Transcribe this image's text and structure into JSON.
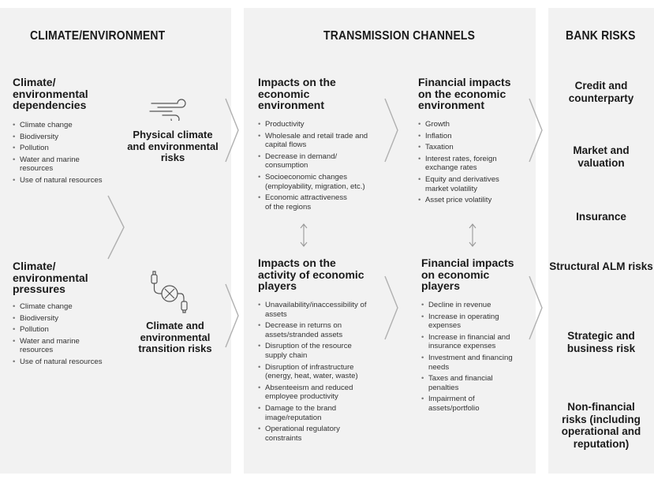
{
  "headers": {
    "climate": "CLIMATE/ENVIRONMENT",
    "transmission": "TRANSMISSION CHANNELS",
    "bank": "BANK RISKS"
  },
  "climate": {
    "dependencies": {
      "title": "Climate/ environmental dependencies",
      "items": [
        "Climate change",
        "Biodiversity",
        "Pollution",
        "Water and marine resources",
        "Use of natural resources"
      ]
    },
    "pressures": {
      "title": "Climate/ environmental pressures",
      "items": [
        "Climate change",
        "Biodiversity",
        "Pollution",
        "Water and marine resources",
        "Use of natural resources"
      ]
    },
    "physical_risk": {
      "label": "Physical climate and environmental risks",
      "icon": "wind-icon"
    },
    "transition_risk": {
      "label": "Climate and environmental transition risks",
      "icon": "pipeline-valve-icon"
    }
  },
  "transmission": {
    "economic_env": {
      "title": "Impacts on the economic environment",
      "items": [
        "Productivity",
        "Wholesale and retail trade and capital flows",
        "Decrease in demand/ consumption",
        "Socioeconomic changes (employability, migration, etc.)",
        "Economic attractiveness of the regions"
      ]
    },
    "financial_env": {
      "title": "Financial impacts on the economic environment",
      "items": [
        "Growth",
        "Inflation",
        "Taxation",
        "Interest rates, foreign exchange rates",
        "Equity and derivatives market volatility",
        "Asset price volatility"
      ]
    },
    "players": {
      "title": "Impacts on the activity of economic players",
      "items": [
        "Unavailability/inaccessibility of assets",
        "Decrease in returns on assets/stranded assets",
        "Disruption of the resource supply chain",
        "Disruption of infrastructure (energy, heat, water, waste)",
        "Absenteeism and reduced employee productivity",
        "Damage to the brand image/reputation",
        "Operational regulatory constraints"
      ]
    },
    "financial_players": {
      "title": "Financial impacts on economic players",
      "items": [
        "Decline in revenue",
        "Increase in operating expenses",
        "Increase in financial and insurance expenses",
        "Investment and financing needs",
        "Taxes and financial penalties",
        "Impairment of assets/portfolio"
      ]
    }
  },
  "bank_risks": [
    "Credit and counterparty",
    "Market and valuation",
    "Insurance",
    "Structural ALM risks",
    "Strategic and business risk",
    "Non-financial risks (including operational and reputation)"
  ],
  "colors": {
    "panel": "#f2f2f2",
    "chevron": "#b0b0b0",
    "icon": "#555555"
  }
}
